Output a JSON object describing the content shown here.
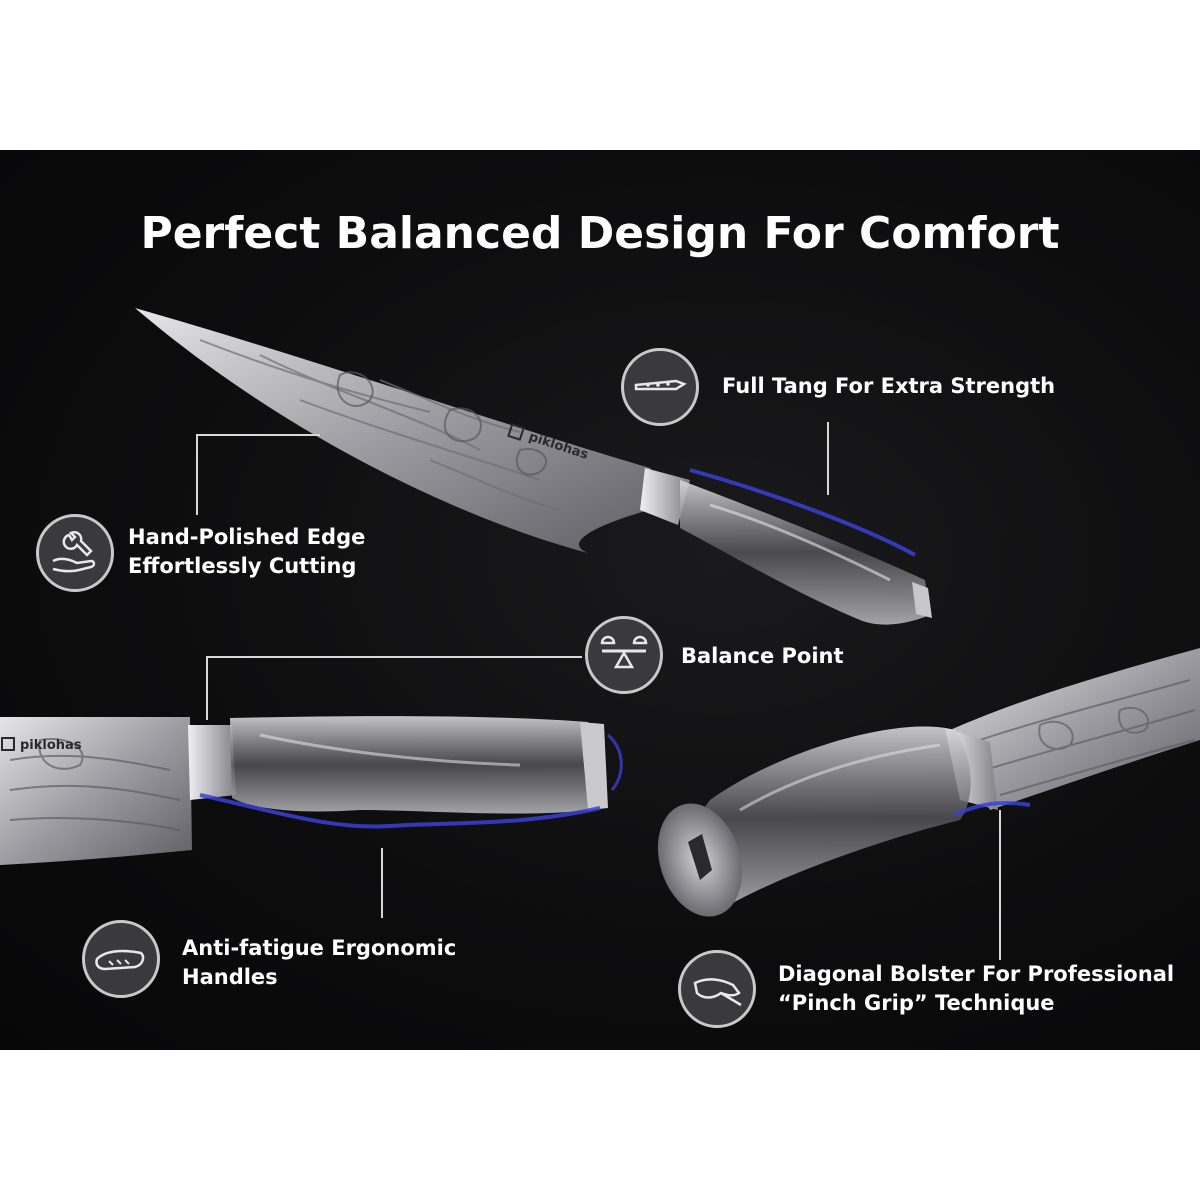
{
  "headline": "Perfect Balanced Design For Comfort",
  "brand": "piklohas",
  "features": {
    "full_tang": {
      "icon": "full-tang-icon",
      "lines": [
        "Full Tang For Extra Strength"
      ]
    },
    "edge": {
      "icon": "hand-wrench-icon",
      "lines": [
        "Hand-Polished Edge",
        "Effortlessly Cutting"
      ]
    },
    "balance": {
      "icon": "balance-scale-icon",
      "lines": [
        "Balance Point"
      ]
    },
    "handle": {
      "icon": "hand-grip-icon",
      "lines": [
        "Anti-fatigue Ergonomic",
        "Handles"
      ]
    },
    "bolster": {
      "icon": "pinch-grip-icon",
      "lines": [
        "Diagonal Bolster For Professional",
        "“Pinch Grip” Technique"
      ]
    }
  },
  "colors": {
    "background": "#0d0d0e",
    "text": "#ffffff",
    "accent_glow": "#3b3fd6",
    "steel": "#b8b8bc",
    "icon_ring": "#c9c9c9"
  }
}
